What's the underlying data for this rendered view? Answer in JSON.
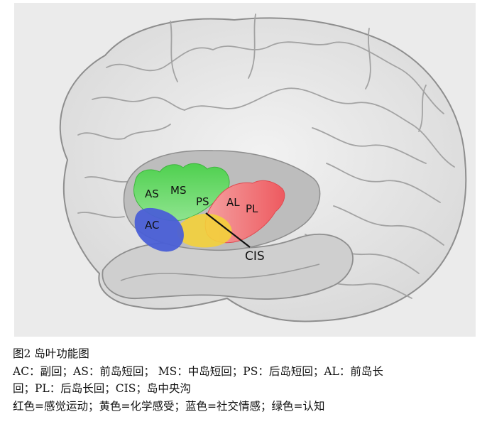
{
  "diagram": {
    "labels": {
      "as": "AS",
      "ms": "MS",
      "ps": "PS",
      "al": "AL",
      "pl": "PL",
      "ac": "AC",
      "cis": "CIS"
    },
    "colors": {
      "green": "#5fd35f",
      "red": "#ef5a5f",
      "blue": "#4a5fd6",
      "yellow": "#f3d03a",
      "brain_fill": "#e6e6e6",
      "brain_stroke": "#9a9a9a"
    }
  },
  "caption": {
    "title": "图2 岛叶功能图",
    "line1": "AC：副回；AS：前岛短回； MS：中岛短回；PS：后岛短回；AL：前岛长",
    "line2": "回；PL：后岛长回；CIS；岛中央沟",
    "line3": "红色=感觉运动；黄色=化学感受；蓝色=社交情感；绿色=认知"
  }
}
